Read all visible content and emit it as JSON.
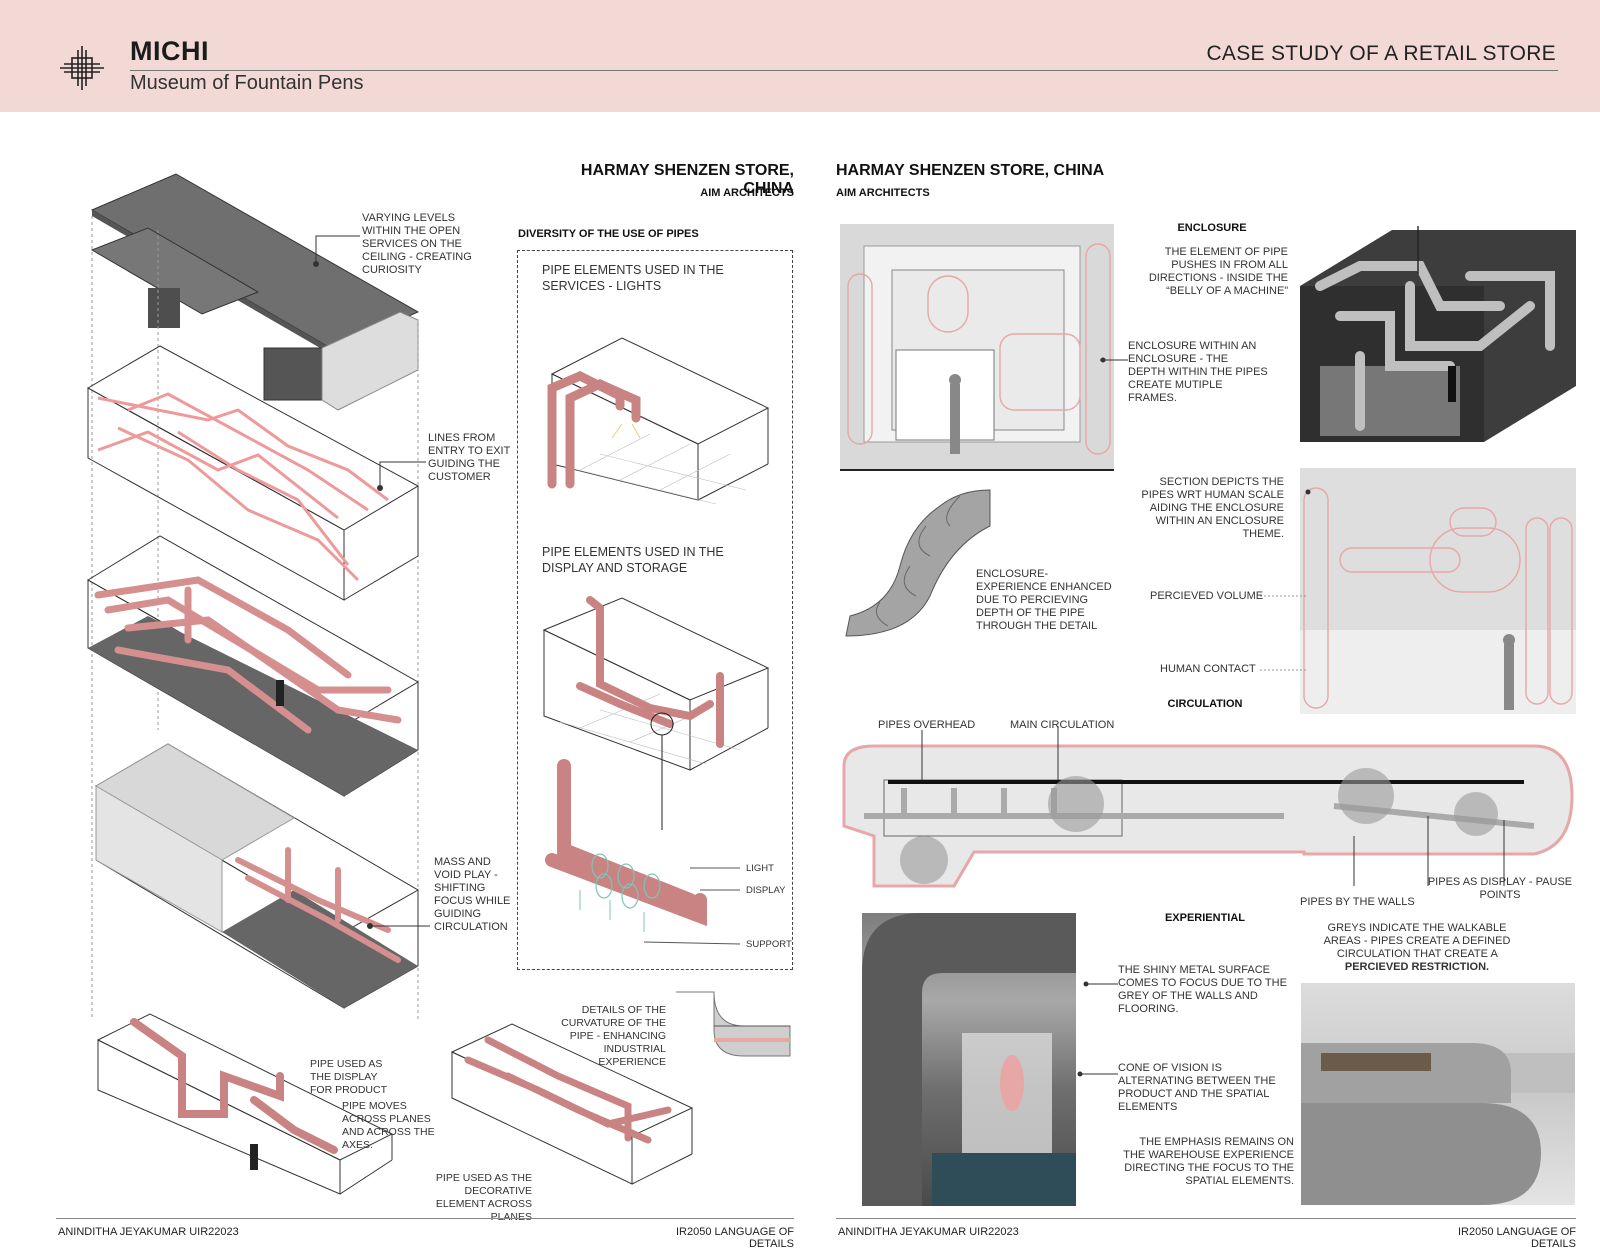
{
  "header": {
    "title": "MICHI",
    "subtitle": "Museum of Fountain Pens",
    "right_title": "CASE STUDY OF A RETAIL STORE"
  },
  "left": {
    "store_title": "HARMAY SHENZEN STORE, CHINA",
    "architect": "AIM ARCHITECTS",
    "diversity_heading": "DIVERSITY OF THE USE OF PIPES",
    "pipe_services": "PIPE ELEMENTS USED IN THE SERVICES - LIGHTS",
    "pipe_display": "PIPE ELEMENTS USED IN THE DISPLAY AND STORAGE",
    "labels": {
      "varying_levels": "VARYING LEVELS WITHIN THE OPEN SERVICES ON THE CEILING - CREATING CURIOSITY",
      "lines_entry": "LINES FROM ENTRY TO EXIT GUIDING THE CUSTOMER",
      "mass_void": "MASS AND VOID PLAY - SHIFTING FOCUS WHILE GUIDING CIRCULATION",
      "light": "LIGHT",
      "display": "DISPLAY",
      "support": "SUPPORT",
      "pipe_display_product": "PIPE USED AS THE DISPLAY FOR PRODUCT",
      "pipe_moves": "PIPE MOVES ACROSS PLANES AND ACROSS THE AXES.",
      "details_curvature": "DETAILS OF THE CURVATURE OF THE PIPE - ENHANCING INDUSTRIAL EXPERIENCE",
      "pipe_decorative": "PIPE USED AS THE DECORATIVE ELEMENT ACROSS PLANES"
    },
    "footer_left": "ANINDITHA JEYAKUMAR UIR22023",
    "footer_right": "IR2050 LANGUAGE OF DETAILS"
  },
  "right": {
    "store_title": "HARMAY SHENZEN STORE, CHINA",
    "architect": "AIM ARCHITECTS",
    "enclosure_heading": "ENCLOSURE",
    "enclosure_text": "THE ELEMENT OF PIPE PUSHES IN FROM ALL DIRECTIONS - INSIDE THE “BELLY OF A MACHINE”",
    "enclosure_within": "ENCLOSURE WITHIN AN ENCLOSURE - THE DEPTH WITHIN THE PIPES CREATE MUTIPLE FRAMES.",
    "section_depicts": "SECTION DEPICTS THE PIPES WRT HUMAN SCALE AIDING THE ENCLOSURE WITHIN AN ENCLOSURE THEME.",
    "enclosure_experience": "ENCLOSURE-EXPERIENCE ENHANCED DUE TO PERCIEVING DEPTH OF THE PIPE THROUGH THE DETAIL",
    "percieved_volume": "PERCIEVED VOLUME",
    "human_contact": "HUMAN CONTACT",
    "circulation_heading": "CIRCULATION",
    "pipes_overhead": "PIPES OVERHEAD",
    "main_circulation": "MAIN CIRCULATION",
    "pipes_by_walls": "PIPES BY THE WALLS",
    "pipes_as_display": "PIPES AS DISPLAY - PAUSE POINTS",
    "greys_indicate": "GREYS INDICATE THE WALKABLE AREAS - PIPES CREATE A DEFINED CIRCULATION THAT CREATE A",
    "greys_bold": "PERCIEVED RESTRICTION.",
    "experiential_heading": "EXPERIENTIAL",
    "shiny_metal": "THE SHINY METAL SURFACE COMES TO FOCUS DUE TO THE GREY OF THE WALLS AND FLOORING.",
    "cone_vision": "CONE OF VISION IS ALTERNATING BETWEEN THE PRODUCT AND THE SPATIAL ELEMENTS",
    "emphasis": "THE EMPHASIS REMAINS ON THE WAREHOUSE EXPERIENCE DIRECTING THE FOCUS TO THE SPATIAL ELEMENTS.",
    "footer_left": "ANINDITHA JEYAKUMAR UIR22023",
    "footer_right": "IR2050 LANGUAGE OF DETAILS"
  },
  "colors": {
    "header_bg": "#f3d9d6",
    "pipe_pink": "#e58e8e",
    "pipe_dark": "#c97b7b",
    "grey_mass": "#6c6c6c"
  }
}
